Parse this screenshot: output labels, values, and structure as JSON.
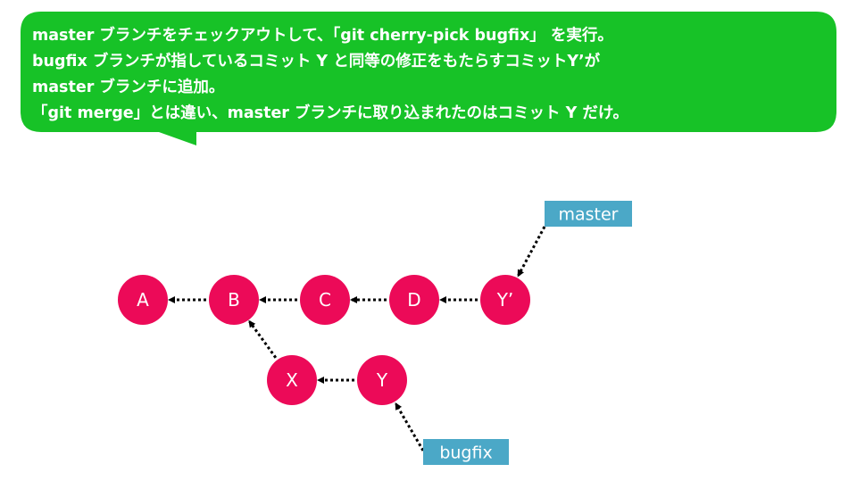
{
  "callout": {
    "lines": [
      "master ブランチをチェックアウトして、「git cherry-pick bugfix」 を実行。",
      "bugfix ブランチが指しているコミット Y と同等の修正をもたらすコミットY’が",
      "master ブランチに追加。",
      "「git merge」とは違い、master ブランチに取り込まれたのはコミット Y だけ。"
    ],
    "bg_color": "#17c227"
  },
  "commits": [
    {
      "id": "A",
      "label": "A"
    },
    {
      "id": "B",
      "label": "B"
    },
    {
      "id": "C",
      "label": "C"
    },
    {
      "id": "D",
      "label": "D"
    },
    {
      "id": "Yp",
      "label": "Y’"
    },
    {
      "id": "X",
      "label": "X"
    },
    {
      "id": "Y",
      "label": "Y"
    }
  ],
  "edges": [
    {
      "from": "B",
      "to": "A"
    },
    {
      "from": "C",
      "to": "B"
    },
    {
      "from": "D",
      "to": "C"
    },
    {
      "from": "Yp",
      "to": "D"
    },
    {
      "from": "X",
      "to": "B"
    },
    {
      "from": "Y",
      "to": "X"
    }
  ],
  "branches": [
    {
      "id": "master",
      "label": "master",
      "points_to": "Yp"
    },
    {
      "id": "bugfix",
      "label": "bugfix",
      "points_to": "Y"
    }
  ],
  "colors": {
    "commit": "#ec0a58",
    "branch_tag": "#4ba8c7",
    "edge": "#000000"
  }
}
